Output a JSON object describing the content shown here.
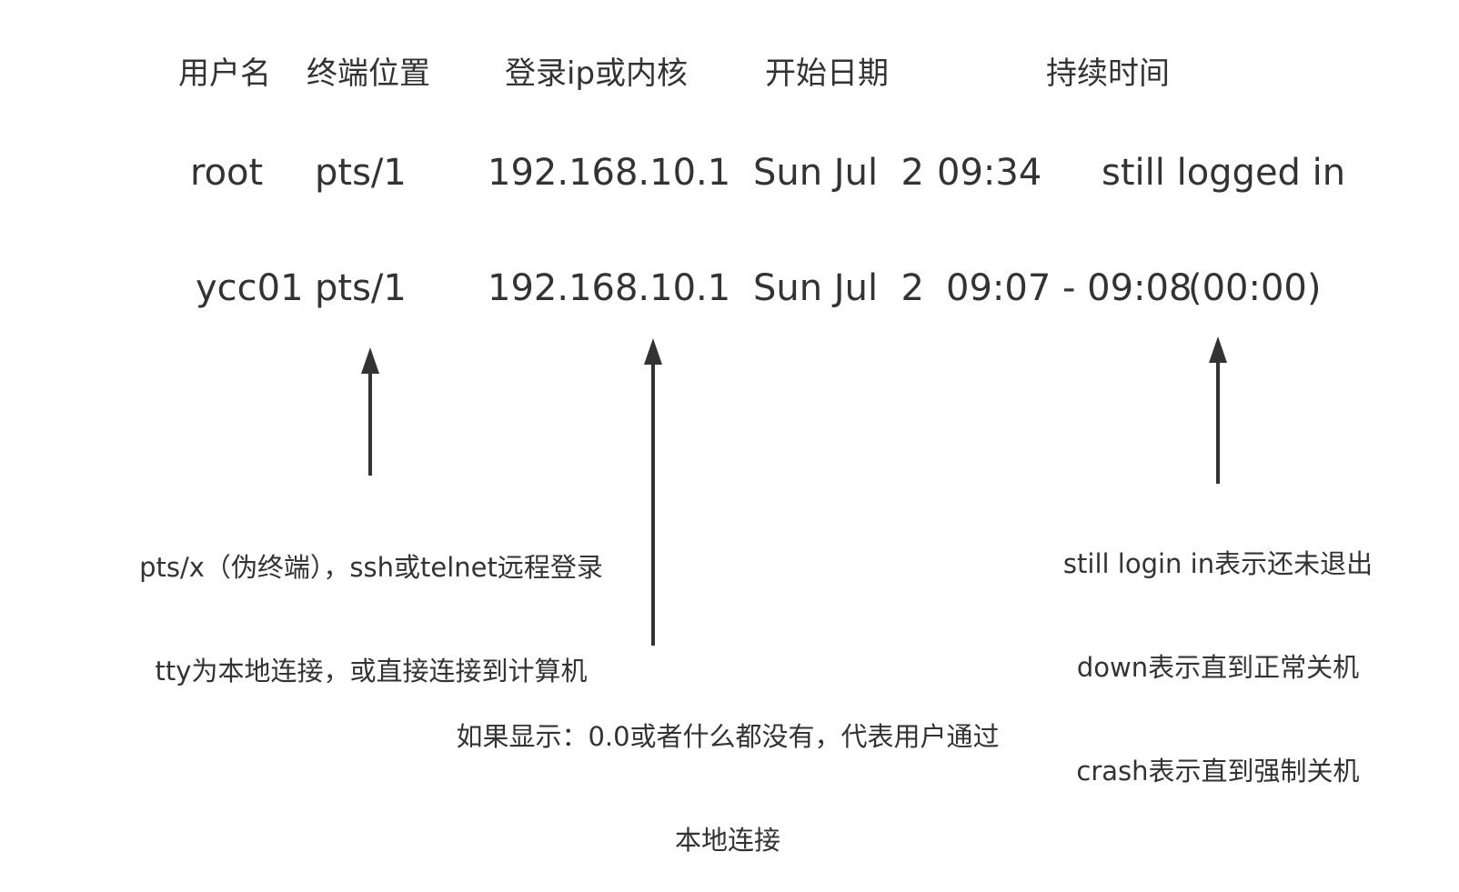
{
  "headers": {
    "user": "用户名",
    "terminal": "终端位置",
    "ip": "登录ip或内核",
    "start": "开始日期",
    "duration": "持续时间"
  },
  "rows": [
    {
      "user": "root",
      "terminal": "pts/1",
      "ip": "192.168.10.1",
      "date": "Sun Jul  2",
      "time": "09:34",
      "duration": "still logged in"
    },
    {
      "user": "ycc01",
      "terminal": "pts/1",
      "ip": "192.168.10.1",
      "date": "Sun Jul  2",
      "time": "09:07 - 09:08",
      "duration": "(00:00)"
    }
  ],
  "annotations": {
    "terminal_note": {
      "line1": "pts/x（伪终端），ssh或telnet远程登录",
      "line2": "tty为本地连接，或直接连接到计算机"
    },
    "ip_note": {
      "line1": "如果显示：0.0或者什么都没有，代表用户通过",
      "line2": "本地连接"
    },
    "duration_note": {
      "line1": "still login in表示还未退出",
      "line2": "down表示直到正常关机",
      "line3": "crash表示直到强制关机"
    }
  },
  "colors": {
    "ink": "#333333",
    "background": "#ffffff"
  }
}
